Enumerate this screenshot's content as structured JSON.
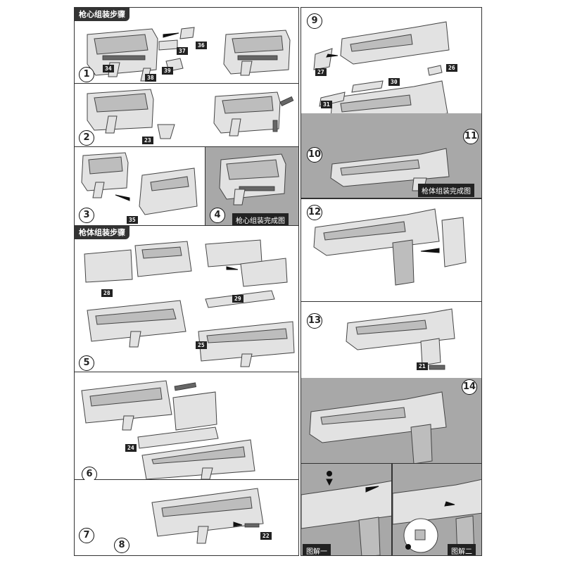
{
  "sections": {
    "core_assembly": "枪心组装步骤",
    "body_assembly": "枪体组装步骤",
    "core_complete": "枪心组装完成图",
    "body_complete": "枪体组装完成图",
    "diagram_one": "图解一",
    "diagram_two": "图解二"
  },
  "steps": [
    "1",
    "2",
    "3",
    "4",
    "5",
    "6",
    "7",
    "8",
    "9",
    "10",
    "11",
    "12",
    "13",
    "14"
  ],
  "parts": [
    "36",
    "37",
    "34",
    "38",
    "39",
    "23",
    "35",
    "28",
    "29",
    "25",
    "24",
    "22",
    "27",
    "30",
    "26",
    "31",
    "21"
  ]
}
